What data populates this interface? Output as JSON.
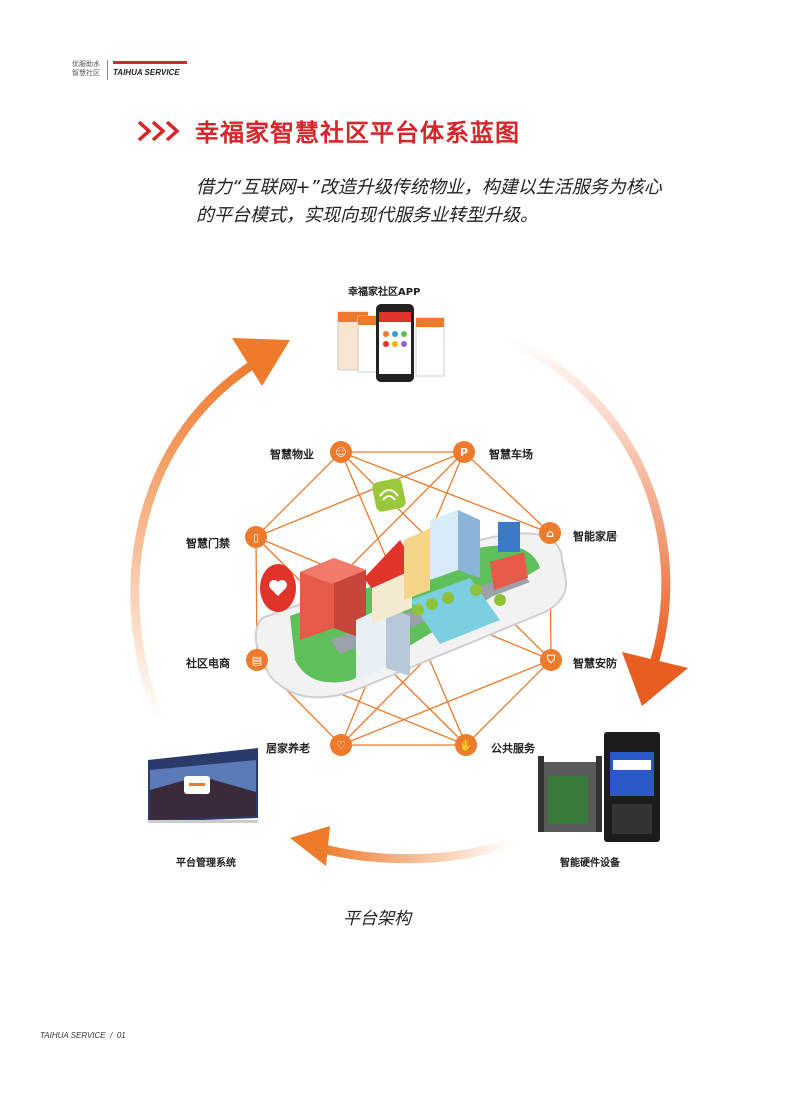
{
  "header": {
    "brand_cn_line1": "优服助水",
    "brand_cn_line2": "智慧社区",
    "brand_en": "TAIHUA SERVICE"
  },
  "page": {
    "title": "幸福家智慧社区平台体系蓝图",
    "desc_line1": "借力“互联网+”改造升级传统物业，构建以生活服务为核心",
    "desc_line2": "的平台模式，实现向现代服务业转型升级。",
    "caption": "平台架构"
  },
  "cycle": {
    "app": "幸福家社区APP",
    "platform": "平台管理系统",
    "hardware": "智能硬件设备"
  },
  "nodes": [
    {
      "label": "智慧物业",
      "icon": "user-icon"
    },
    {
      "label": "智慧车场",
      "icon": "parking-icon"
    },
    {
      "label": "智能家居",
      "icon": "home-icon"
    },
    {
      "label": "智慧安防",
      "icon": "shield-icon"
    },
    {
      "label": "公共服务",
      "icon": "service-icon"
    },
    {
      "label": "居家养老",
      "icon": "stethoscope-icon"
    },
    {
      "label": "社区电商",
      "icon": "shop-icon"
    },
    {
      "label": "智慧门禁",
      "icon": "door-icon"
    }
  ],
  "footer": {
    "brand": "TAIHUA SERVICE",
    "page_no": "01"
  },
  "colors": {
    "accent_red": "#d6262a",
    "orange": "#ee7a2c"
  }
}
